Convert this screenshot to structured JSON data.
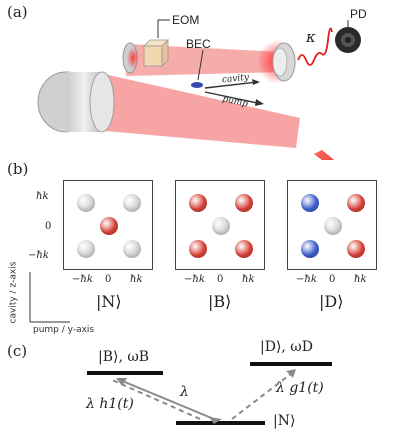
{
  "panel_a": {
    "letter": "(a)",
    "labels": {
      "eom": "EOM",
      "bec": "BEC",
      "pd": "PD",
      "kappa": "κ",
      "cavity": "cavity",
      "pump": "pump"
    }
  },
  "panel_b": {
    "letter": "(b)",
    "y_ticks": [
      "ħk",
      "0",
      "−ħk"
    ],
    "x_ticks": [
      "−ħk",
      "0",
      "ħk"
    ],
    "axis_vertical": "cavity / z-axis",
    "axis_horizontal": "pump / y-axis",
    "states": [
      {
        "label": "|N⟩",
        "dots": [
          [
            "gray",
            "",
            "gray"
          ],
          [
            "",
            "red",
            ""
          ],
          [
            "gray",
            "",
            "gray"
          ]
        ]
      },
      {
        "label": "|B⟩",
        "dots": [
          [
            "red",
            "",
            "red"
          ],
          [
            "",
            "gray",
            ""
          ],
          [
            "red",
            "",
            "red"
          ]
        ]
      },
      {
        "label": "|D⟩",
        "dots": [
          [
            "blue",
            "",
            "red"
          ],
          [
            "",
            "gray",
            ""
          ],
          [
            "blue",
            "",
            "red"
          ]
        ]
      }
    ],
    "colors": {
      "red": "#d9433a",
      "gray": "#d4d4d4",
      "blue": "#3e5fd0"
    }
  },
  "panel_c": {
    "letter": "(c)",
    "level_B": "|B⟩, ωB",
    "level_D": "|D⟩, ωD",
    "level_N": "|N⟩",
    "coupling_lambda": "λ",
    "coupling_h1": "λ h1(t)",
    "coupling_g1": "λ g1(t)"
  }
}
